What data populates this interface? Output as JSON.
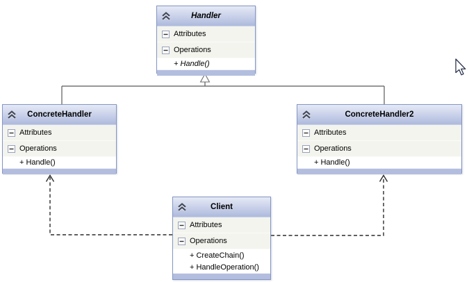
{
  "colors": {
    "box_border": "#8595c4",
    "title_gradient_top": "#e6eaf6",
    "title_gradient_bottom": "#aebadd",
    "row_background": "#f3f4ee",
    "method_background": "#ffffff",
    "footer_background": "#b3bedf",
    "connector_solid": "#595959",
    "connector_dashed": "#2a2a2a",
    "text": "#000000"
  },
  "classes": [
    {
      "id": "handler",
      "name": "Handler",
      "abstract": true,
      "attributes_label": "Attributes",
      "operations_label": "Operations",
      "methods": [
        "+ Handle()"
      ]
    },
    {
      "id": "concrete-handler",
      "name": "ConcreteHandler",
      "abstract": false,
      "attributes_label": "Attributes",
      "operations_label": "Operations",
      "methods": [
        "+ Handle()"
      ]
    },
    {
      "id": "concrete-handler2",
      "name": "ConcreteHandler2",
      "abstract": false,
      "attributes_label": "Attributes",
      "operations_label": "Operations",
      "methods": [
        "+ Handle()"
      ]
    },
    {
      "id": "client",
      "name": "Client",
      "abstract": false,
      "attributes_label": "Attributes",
      "operations_label": "Operations",
      "methods": [
        "+ CreateChain()",
        "+ HandleOperation()"
      ]
    }
  ],
  "relationships": [
    {
      "type": "inheritance",
      "from": "ConcreteHandler",
      "to": "Handler",
      "line": "solid",
      "arrowhead": "hollow-triangle"
    },
    {
      "type": "inheritance",
      "from": "ConcreteHandler2",
      "to": "Handler",
      "line": "solid",
      "arrowhead": "hollow-triangle"
    },
    {
      "type": "dependency",
      "from": "Client",
      "to": "ConcreteHandler",
      "line": "dashed",
      "arrowhead": "open"
    },
    {
      "type": "dependency",
      "from": "Client",
      "to": "ConcreteHandler2",
      "line": "dashed",
      "arrowhead": "open"
    }
  ],
  "icons": {
    "collapse": "chevron-double-up-icon",
    "section_toggle": "minus-box-icon",
    "pointer": "mouse-cursor-arrow"
  }
}
